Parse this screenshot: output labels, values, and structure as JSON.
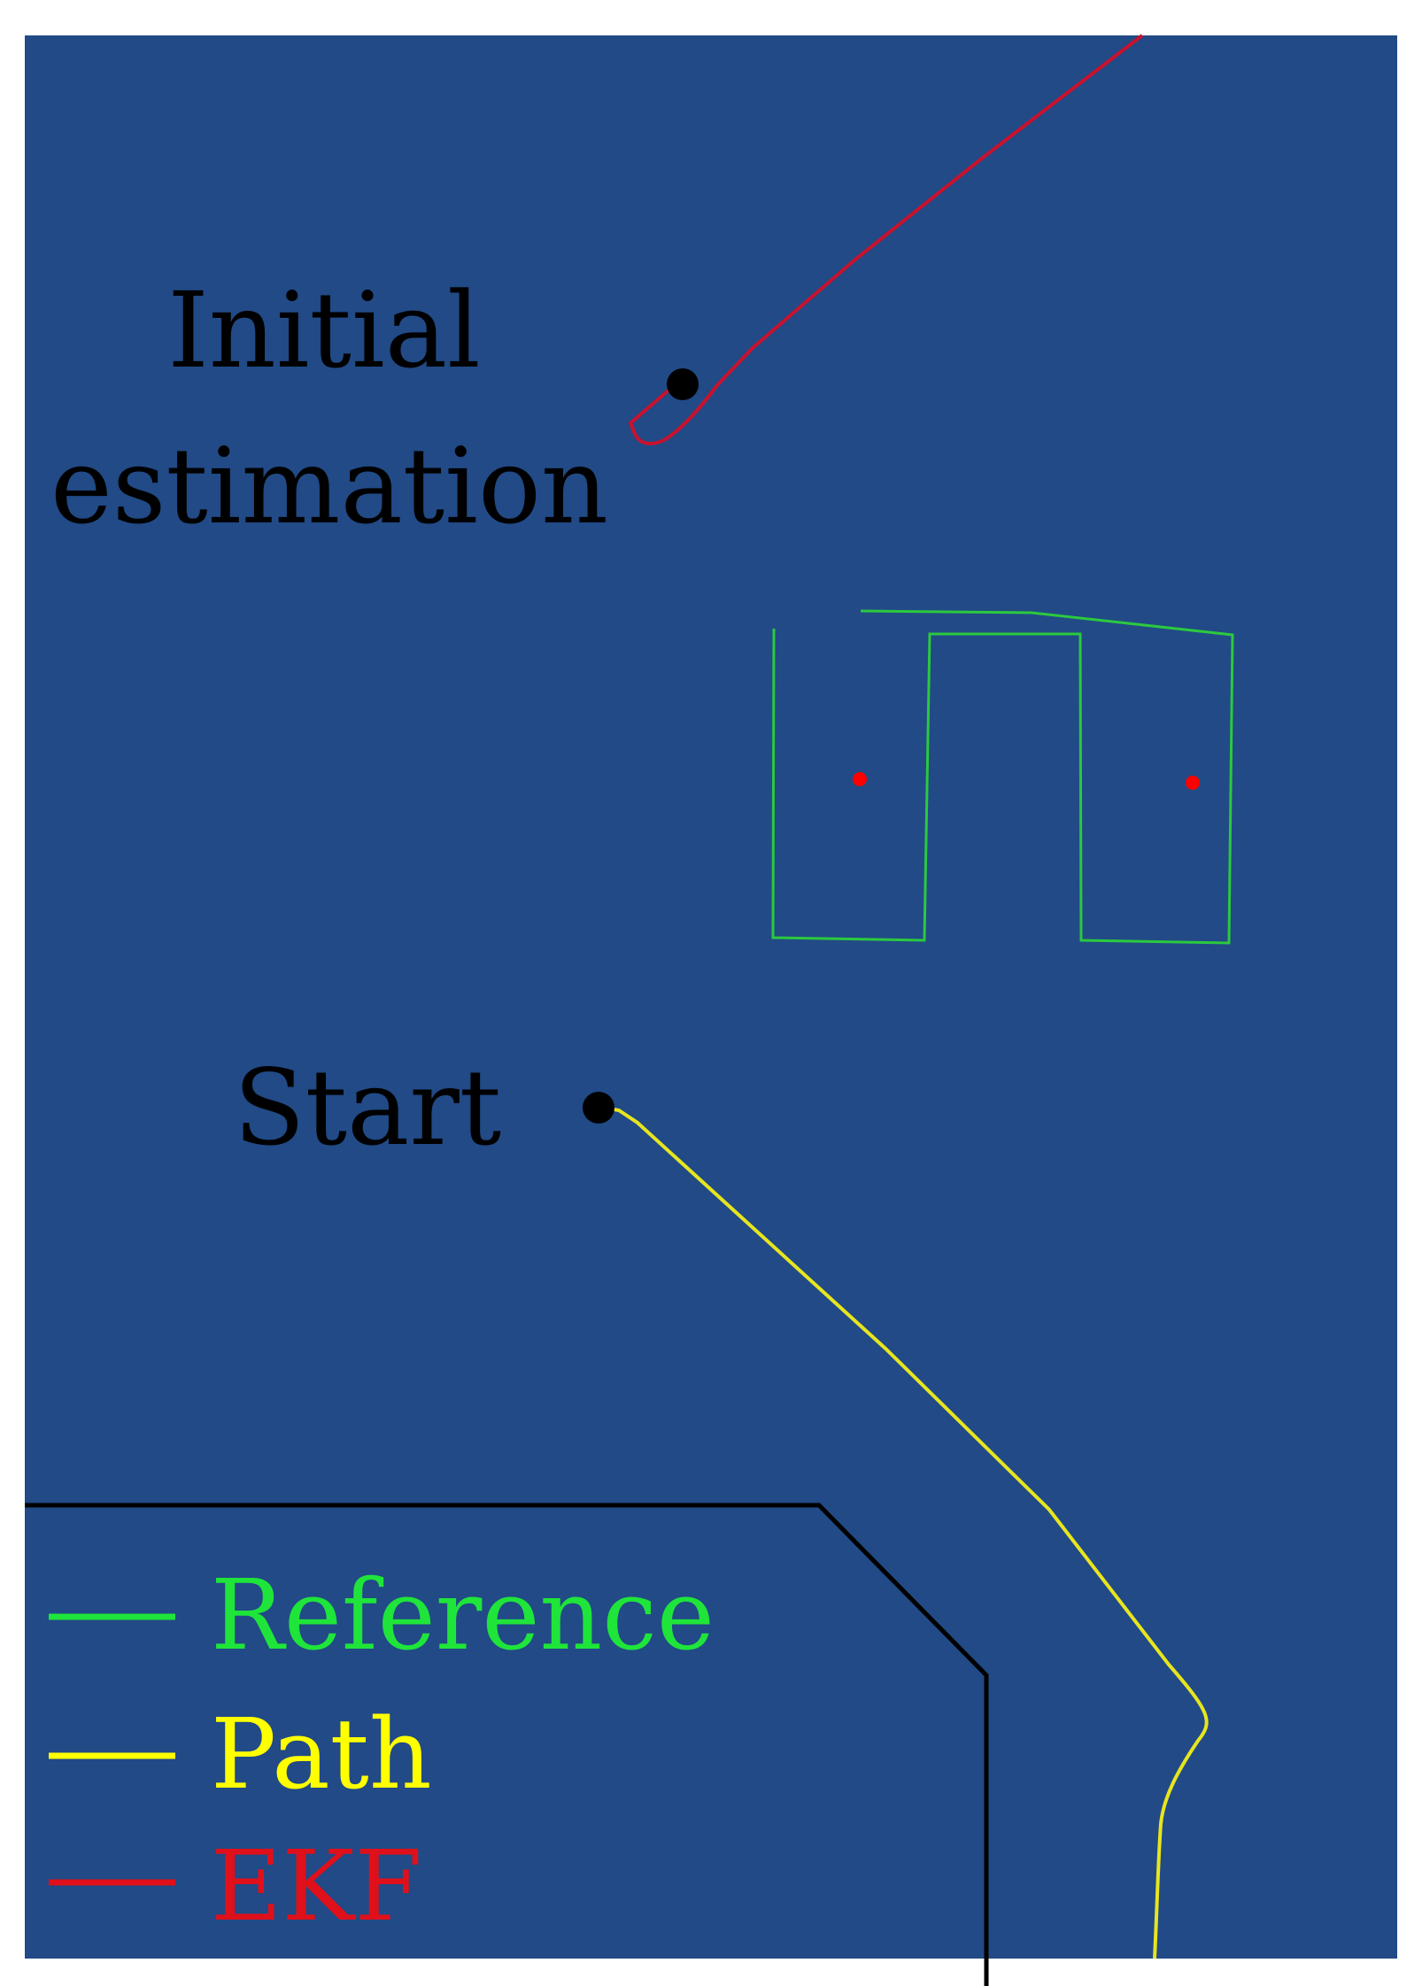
{
  "colors": {
    "background": "#214A86",
    "page": "#FFFFFF",
    "reference": "#2BC93F",
    "path": "#E7E51F",
    "ekf": "#C8122E",
    "boundary": "#000000",
    "markers": "#000000",
    "landmarks": "#FF0000"
  },
  "annotations": {
    "initial_line1": "Initial",
    "initial_line2": "estimation",
    "start": "Start"
  },
  "legend": {
    "items": [
      {
        "label": "Reference",
        "color": "#1FE53A"
      },
      {
        "label": "Path",
        "color": "#FFFF00"
      },
      {
        "label": "EKF",
        "color": "#E0101B"
      }
    ]
  },
  "icons": {
    "initial_marker": "filled-circle",
    "start_marker": "filled-circle",
    "landmark": "small-red-dot"
  }
}
